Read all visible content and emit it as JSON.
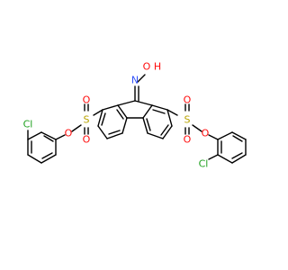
{
  "colors": {
    "background": "#ffffff",
    "bond": "#000000",
    "oxygen": "#ff0d0d",
    "nitrogen": "#3050f8",
    "sulfur": "#b8a300",
    "chlorine": "#1fa01f"
  },
  "atoms": {
    "cl_left": "Cl",
    "o_left_ester": "O",
    "s_left": "S",
    "o_left_up": "O",
    "o_left_down": "O",
    "n_oxime": "N",
    "o_oxime": "O",
    "h_oxime": "H",
    "s_right": "S",
    "o_right_up": "O",
    "o_right_down": "O",
    "o_right_ester": "O",
    "cl_right": "Cl"
  }
}
